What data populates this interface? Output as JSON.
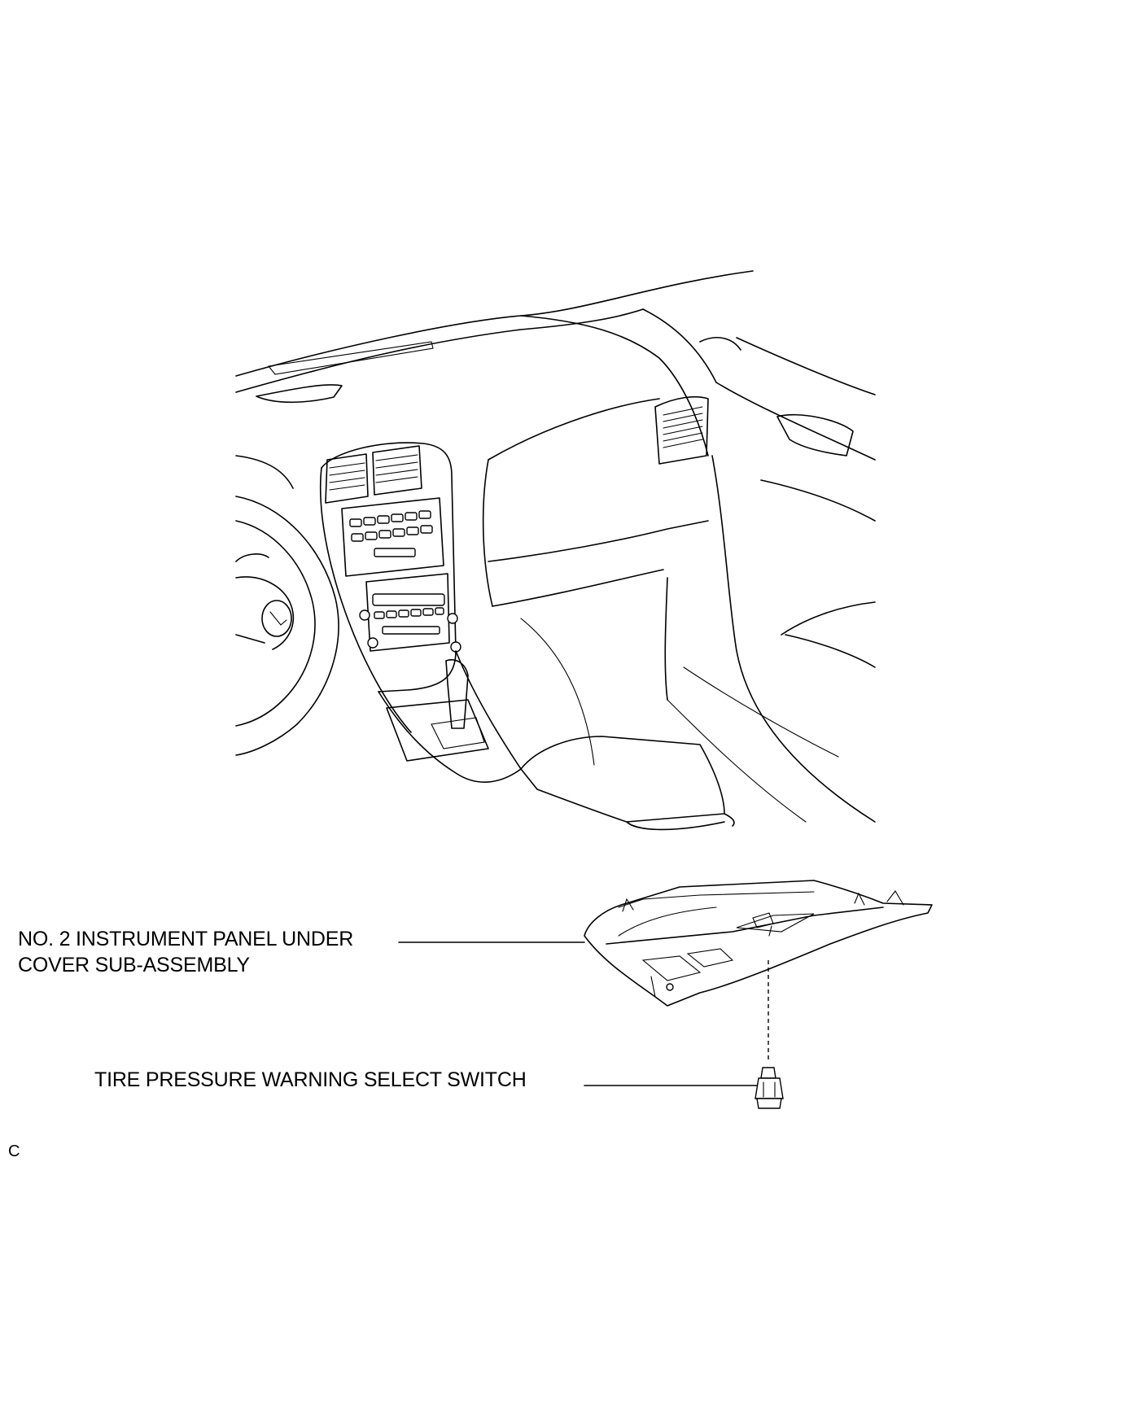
{
  "labels": {
    "panel_line1": "NO. 2 INSTRUMENT PANEL UNDER",
    "panel_line2": "COVER SUB-ASSEMBLY",
    "switch": "TIRE PRESSURE WARNING SELECT SWITCH"
  },
  "corner_mark": "C"
}
